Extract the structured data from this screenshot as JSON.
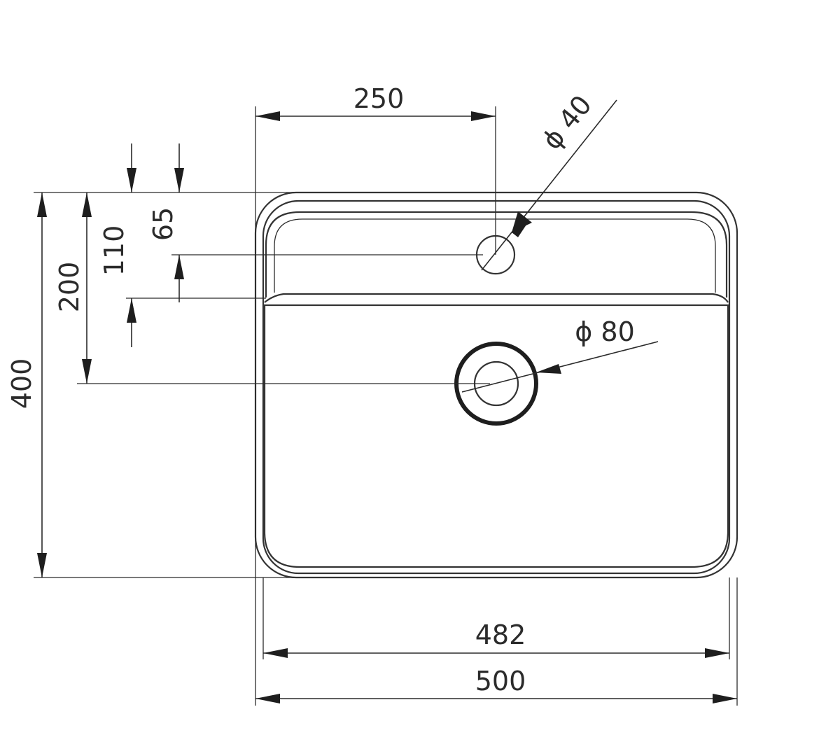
{
  "dimensions": {
    "d250": "250",
    "d40": "ϕ 40",
    "d65": "65",
    "d110": "110",
    "d200": "200",
    "d400": "400",
    "d80": "ϕ 80",
    "d482": "482",
    "d500": "500"
  },
  "colors": {
    "line": "#2b2b2b",
    "background": "#ffffff"
  }
}
